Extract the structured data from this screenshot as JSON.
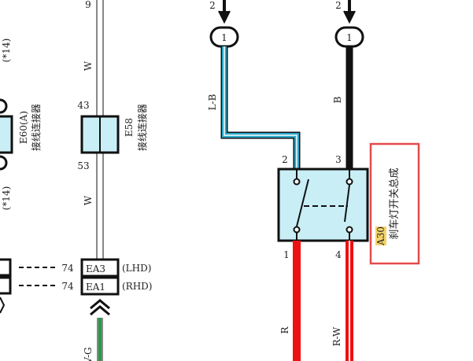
{
  "colors": {
    "wire_black": "#111111",
    "wire_blue": "#2aa7c9",
    "wire_red": "#ee1111",
    "wire_green": "#2a9a4a",
    "box_fill": "#c9eef6",
    "box_stroke": "#111111",
    "highlight_border": "#e34a4a",
    "highlight_code_bg": "#f5d36a"
  },
  "top_pins": {
    "left_wire_top": "2",
    "right_wire_top": "2",
    "left_connector": "1",
    "right_connector": "1",
    "far_left_top": "9"
  },
  "wire_labels": {
    "lb": "L-B",
    "b": "B",
    "w_top": "W",
    "w_bottom": "W",
    "r": "R",
    "rw": "R-W",
    "vg": "V-G"
  },
  "splice": {
    "pin_top": "43",
    "pin_bottom": "53",
    "code": "E58",
    "name": "接线连接器"
  },
  "left_connector": {
    "code": "E60(A)",
    "name": "接线连接器",
    "note_top": "(*14)",
    "note_bottom": "(*14)"
  },
  "switch": {
    "pin_top_left": "2",
    "pin_top_right": "3",
    "pin_bottom_left": "1",
    "pin_bottom_right": "4",
    "code": "A30",
    "name": "刹车灯开关总成"
  },
  "ea_rows": [
    {
      "pin": "74",
      "code": "EA3",
      "variant": "(LHD)"
    },
    {
      "pin": "74",
      "code": "EA1",
      "variant": "(RHD)"
    }
  ]
}
